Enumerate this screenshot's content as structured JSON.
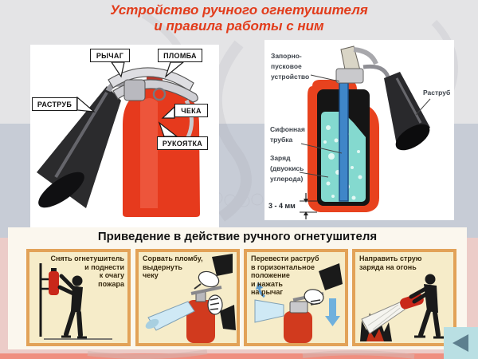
{
  "slide": {
    "title_line1": "Устройство ручного огнетушителя",
    "title_line2": "и правила работы с ним"
  },
  "left_diagram": {
    "labels": {
      "lever": "РЫЧАГ",
      "seal": "ПЛОМБА",
      "horn": "РАСТРУБ",
      "pin": "ЧЕКА",
      "handle": "РУКОЯТКА"
    }
  },
  "right_diagram": {
    "labels": {
      "valve": [
        "Запорно-",
        "пусковое",
        "устройство"
      ],
      "siphon": [
        "Сифонная",
        "трубка"
      ],
      "charge": [
        "Заряд",
        "(двуокись",
        "углерода)"
      ],
      "gap": "3 - 4 мм",
      "horn": "Раструб"
    }
  },
  "steps_panel": {
    "title": "Приведение в действие ручного огнетушителя",
    "steps": [
      {
        "lines": [
          "Снять огнетушитель",
          "и поднести",
          "к очагу",
          "пожара"
        ]
      },
      {
        "lines": [
          "Сорвать пломбу,",
          "выдернуть",
          "чеку"
        ]
      },
      {
        "lines": [
          "Перевести раструб",
          "в горизонтальное",
          "положение",
          "и нажать",
          "на рычаг"
        ]
      },
      {
        "lines": [
          "Направить струю",
          "заряда на огонь"
        ]
      }
    ]
  },
  "nav": {
    "back_button_icon": "left-triangle"
  },
  "colors": {
    "title_text": "#e23c1b",
    "step_box_border": "#e2a258",
    "step_box_bg": "#f6ecc9",
    "nav_button_bg": "#b9dfe3",
    "nav_button_arrow": "#5d7f8e",
    "extinguisher_red": "#e03a1d",
    "charge_liquid_teal": "#84d9cf"
  }
}
